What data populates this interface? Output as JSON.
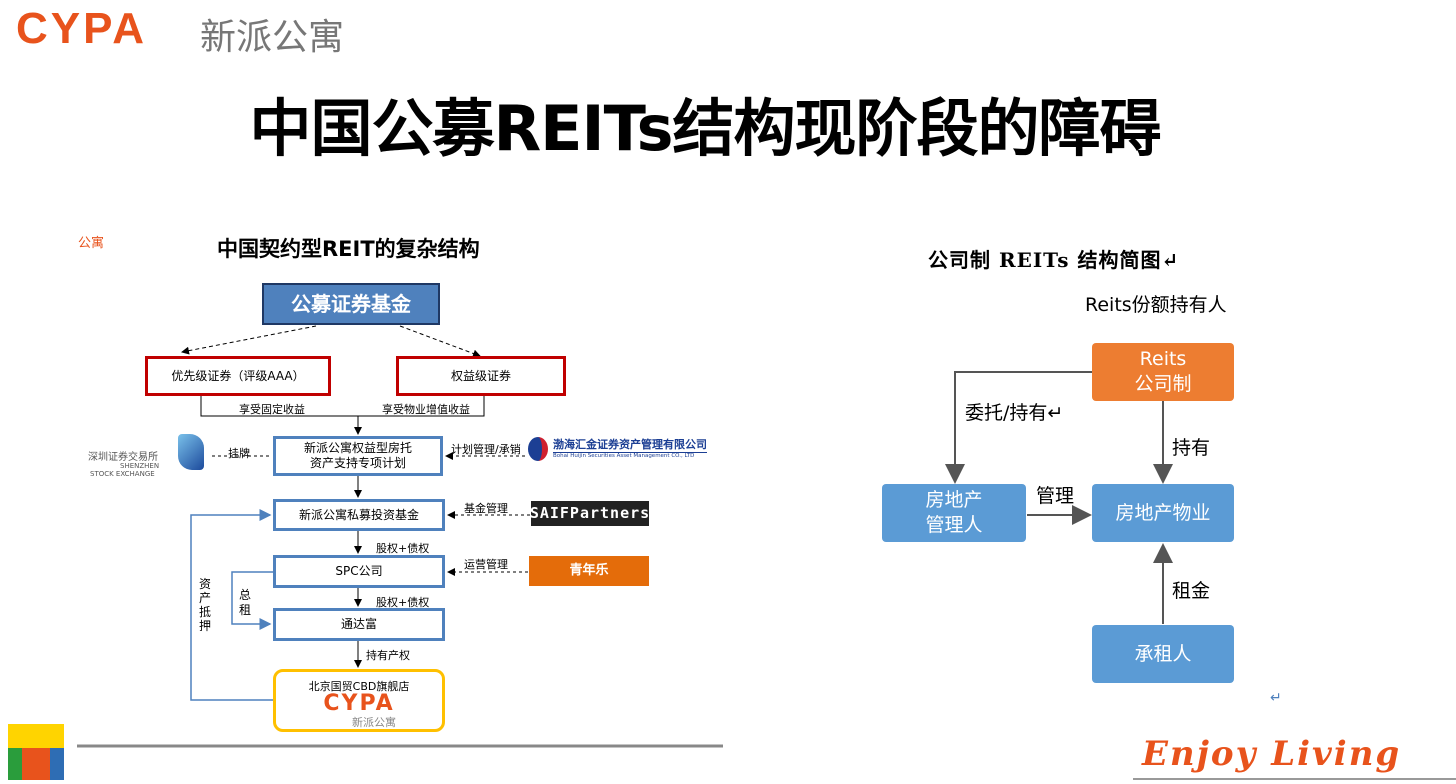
{
  "header": {
    "logo_en": "CYPA",
    "logo_cn": "新派公寓",
    "title": "中国公募REITs结构现阶段的障碍"
  },
  "left": {
    "corner_logo": "公寓",
    "title": "中国契约型REIT的复杂结构",
    "top_box": "公募证券基金",
    "senior": "优先级证券（评级AAA）",
    "equity": "权益级证券",
    "senior_note": "享受固定收益",
    "equity_note": "享受物业增值收益",
    "abs_plan_line1": "新派公寓权益型房托",
    "abs_plan_line2": "资产支持专项计划",
    "szse_cn": "深圳证券交易所",
    "szse_en1": "SHENZHEN",
    "szse_en2": "STOCK EXCHANGE",
    "listing": "挂牌",
    "plan_mgmt": "计划管理/承销",
    "bohai_cn": "渤海汇金证券资产管理有限公司",
    "bohai_en": "Bohai Huijin Securities Asset Management CO., LTD",
    "pe_fund": "新派公寓私募投资基金",
    "fund_mgmt": "基金管理",
    "saif": "SAIFPartners",
    "equity_debt_1": "股权+债权",
    "spc": "SPC公司",
    "ops_mgmt": "运营管理",
    "qnl": "青年乐",
    "equity_debt_2": "股权+债权",
    "tdf": "通达富",
    "ownership": "持有产权",
    "store": "北京国贸CBD旗舰店",
    "store_logo_en": "CYPA",
    "store_logo_cn": "新派公寓",
    "mortgage": "资产抵押",
    "master_lease": "总租"
  },
  "right": {
    "title": "公司制 REITs 结构简图↵",
    "holders": "Reits份额持有人",
    "company_l1": "Reits",
    "company_l2": "公司制",
    "manager_l1": "房地产",
    "manager_l2": "管理人",
    "property": "房地产物业",
    "tenant": "承租人",
    "entrust": "委托/持有↵",
    "hold": "持有",
    "manage": "管理",
    "rent": "租金",
    "return_mark": "↵"
  },
  "footer": {
    "slogan": "Enjoy Living"
  }
}
